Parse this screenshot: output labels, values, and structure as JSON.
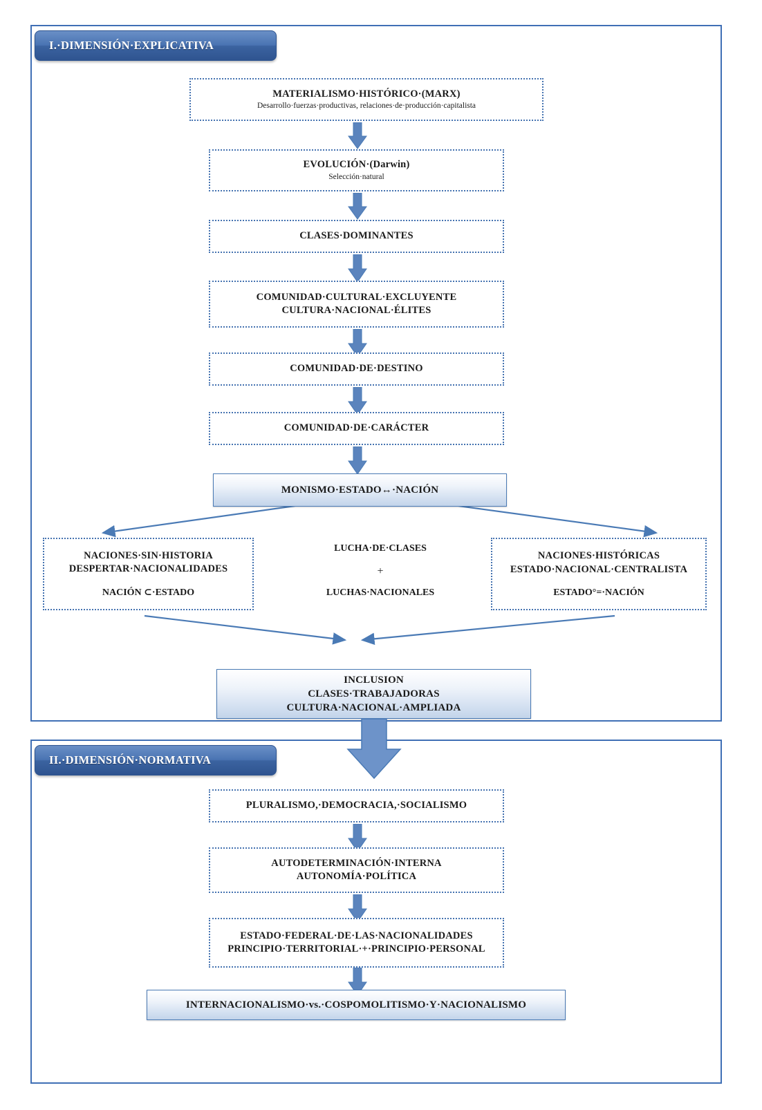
{
  "document": {
    "title": "Esquema: Dimensión explicativa y normativa",
    "accent_color": "#3f6fb5",
    "box_border_color": "#4472b0",
    "arrow_color": "#4a7ab5"
  },
  "sections": [
    {
      "id": "seccion-1",
      "banner": "I.·DIMENSIÓN·EXPLICATIVA"
    },
    {
      "id": "seccion-2",
      "banner": "II.·DIMENSIÓN·NORMATIVA"
    }
  ],
  "section1": {
    "boxes": [
      {
        "name": "materialismo-historico",
        "title": "MATERIALISMO·HISTÓRICO·(MARX)",
        "subtitle": "Desarrollo·fuerzas·productivas, relaciones·de·producción·capitalista"
      },
      {
        "name": "evolucion",
        "title": "EVOLUCIÓN·(Darwin)",
        "subtitle": "Selección·natural"
      },
      {
        "name": "clases-dominantes",
        "title": "CLASES·DOMINANTES"
      },
      {
        "name": "comunidad-cultural-excluyente",
        "title_line1": "COMUNIDAD·CULTURAL·EXCLUYENTE",
        "title_line2": "CULTURA·NACIONAL·ÉLITES"
      },
      {
        "name": "comunidad-de-destino",
        "title": "COMUNIDAD·DE·DESTINO"
      },
      {
        "name": "comunidad-de-caracter",
        "title": "COMUNIDAD·DE·CARÁCTER"
      }
    ],
    "monismo": {
      "title": "MONISMO·ESTADO↔·NACIÓN"
    },
    "branch_left": {
      "line1": "NACIONES·SIN·HISTORIA",
      "line2": "DESPERTAR·NACIONALIDADES",
      "formula": "NACIÓN ⊂·ESTADO"
    },
    "branch_center": {
      "line1": "LUCHA·DE·CLASES",
      "operator": "+",
      "line2": "LUCHAS·NACIONALES"
    },
    "branch_right": {
      "line1": "NACIONES·HISTÓRICAS",
      "line2": "ESTADO·NACIONAL·CENTRALISTA",
      "formula": "ESTADO°=·NACIÓN"
    },
    "inclusion": {
      "line1": "INCLUSION",
      "line2": "CLASES·TRABAJADORAS",
      "line3": "CULTURA·NACIONAL·AMPLIADA"
    }
  },
  "section2": {
    "boxes": [
      {
        "name": "pluralismo",
        "title": "PLURALISMO,·DEMOCRACIA,·SOCIALISMO"
      },
      {
        "name": "autodeterminacion",
        "title_line1": "AUTODETERMINACIÓN·INTERNA",
        "title_line2": "AUTONOMÍA·POLÍTICA"
      },
      {
        "name": "estado-federal",
        "title_line1": "ESTADO·FEDERAL·DE·LAS·NACIONALIDADES",
        "title_line2": "PRINCIPIO·TERRITORIAL·+·PRINCIPIO·PERSONAL"
      }
    ],
    "internacionalismo": {
      "title": "INTERNACIONALISMO·vs.·COSPOMOLITISMO·Y·NACIONALISMO"
    }
  }
}
